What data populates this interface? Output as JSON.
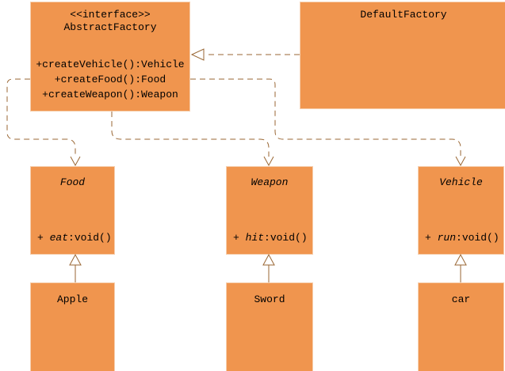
{
  "diagram": {
    "colors": {
      "background": "#ffffff",
      "box_fill": "#f0954e",
      "box_border": "#f6cfae",
      "line_color": "#996633",
      "text_color": "#000000"
    },
    "classes": {
      "abstract_factory": {
        "stereotype": "<<interface>>",
        "name": "AbstractFactory",
        "methods": [
          "+createVehicle():Vehicle",
          "+createFood():Food",
          "+createWeapon():Weapon"
        ]
      },
      "default_factory": {
        "name": "DefaultFactory"
      },
      "food": {
        "name": "Food",
        "method": {
          "prefix": "+ ",
          "name": "eat",
          "suffix": ":void()"
        }
      },
      "weapon": {
        "name": "Weapon",
        "method": {
          "prefix": "+ ",
          "name": "hit",
          "suffix": ":void()"
        }
      },
      "vehicle": {
        "name": "Vehicle",
        "method": {
          "prefix": "+ ",
          "name": "run",
          "suffix": ":void()"
        }
      },
      "apple": {
        "name": "Apple"
      },
      "sword": {
        "name": "Sword"
      },
      "car": {
        "name": "car"
      }
    },
    "relationships": [
      {
        "type": "realization",
        "from": "DefaultFactory",
        "to": "AbstractFactory",
        "line": "dashed",
        "head": "hollow-triangle"
      },
      {
        "type": "dependency",
        "from": "AbstractFactory",
        "to": "Food",
        "line": "dashed",
        "head": "open-arrow"
      },
      {
        "type": "dependency",
        "from": "AbstractFactory",
        "to": "Weapon",
        "line": "dashed",
        "head": "open-arrow"
      },
      {
        "type": "dependency",
        "from": "AbstractFactory",
        "to": "Vehicle",
        "line": "dashed",
        "head": "open-arrow"
      },
      {
        "type": "generalization",
        "from": "Apple",
        "to": "Food",
        "line": "solid",
        "head": "hollow-triangle"
      },
      {
        "type": "generalization",
        "from": "Sword",
        "to": "Weapon",
        "line": "solid",
        "head": "hollow-triangle"
      },
      {
        "type": "generalization",
        "from": "car",
        "to": "Vehicle",
        "line": "solid",
        "head": "hollow-triangle"
      }
    ]
  }
}
